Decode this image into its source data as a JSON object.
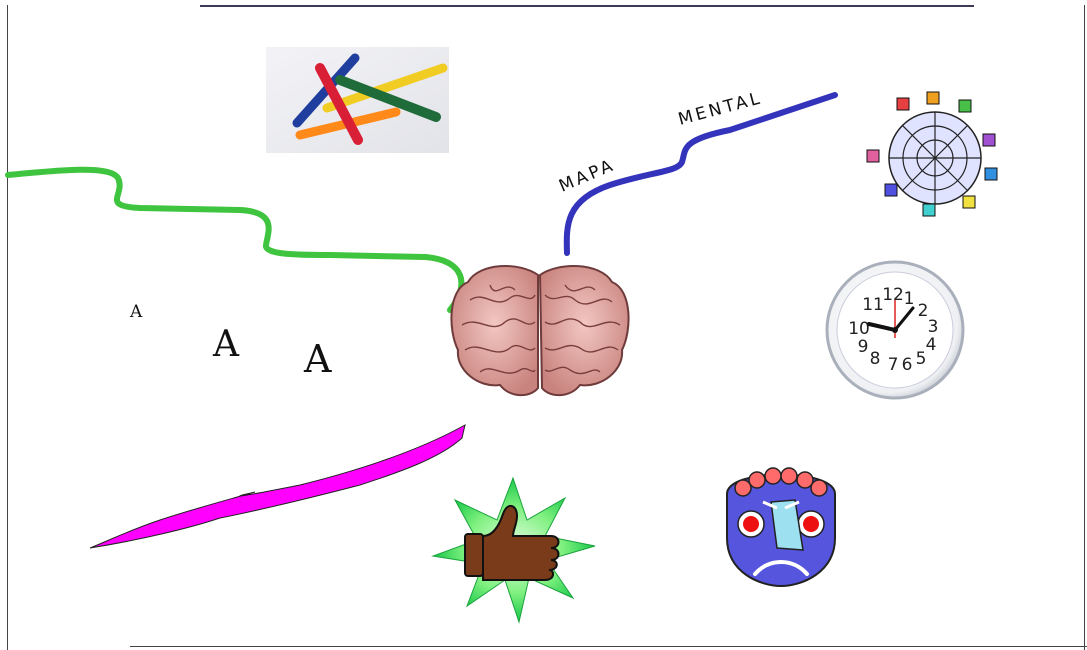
{
  "branch_label_1": "MAPA",
  "branch_label_2": "MENTAL",
  "letters": [
    "A",
    "A",
    "A"
  ],
  "clock_numerals": [
    "12",
    "1",
    "2",
    "3",
    "4",
    "5",
    "6",
    "7",
    "8",
    "9",
    "10",
    "11"
  ],
  "colors": {
    "green_branch": "#3ec43e",
    "blue_branch": "#3333bb",
    "magenta_arrow": "#ff00ff",
    "mask_face": "#5555dd"
  },
  "icons": [
    "crayons-icon",
    "brain-icon",
    "network-web-icon",
    "clock-icon",
    "thumbs-up-icon",
    "mask-face-icon",
    "curved-arrow-icon"
  ]
}
